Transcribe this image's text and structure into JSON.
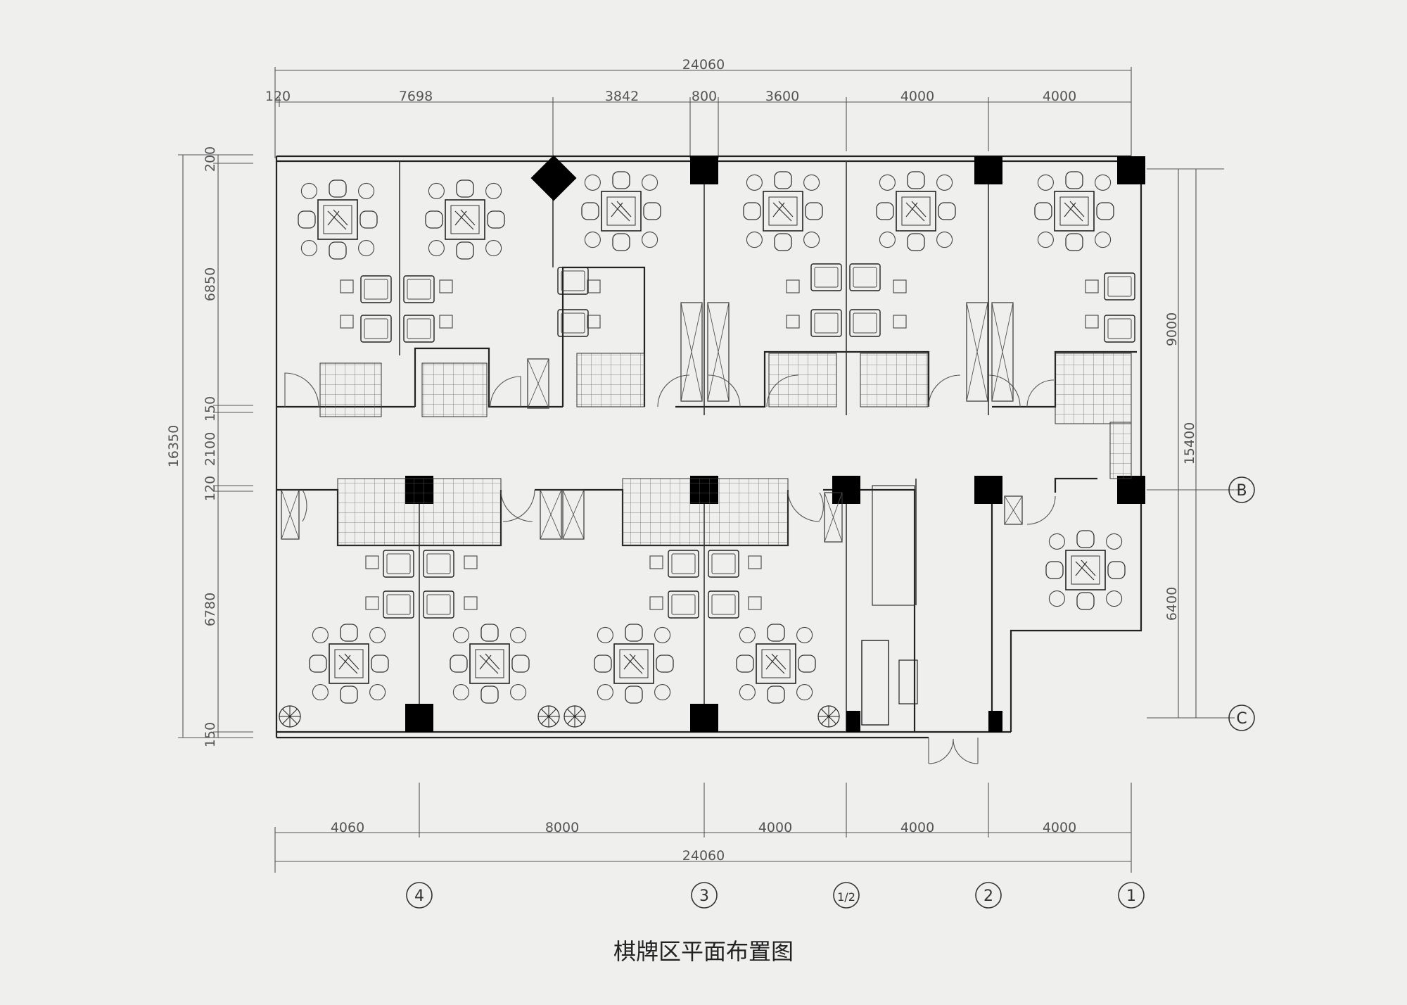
{
  "title": "棋牌区平面布置图",
  "dimensions": {
    "top_total": "24060",
    "top_segments": [
      "120",
      "7698",
      "3842",
      "800",
      "3600",
      "4000",
      "4000"
    ],
    "bottom_segments": [
      "4060",
      "8000",
      "4000",
      "4000",
      "4000"
    ],
    "bottom_total": "24060",
    "left_total": "16350",
    "left_segments": [
      "200",
      "6850",
      "150",
      "2100",
      "120",
      "6780",
      "150"
    ],
    "right_segments": [
      "9000",
      "6400"
    ],
    "right_total": "15400"
  },
  "axes": {
    "columns": [
      "4",
      "3",
      "1/2",
      "2",
      "1"
    ],
    "rows": [
      "B",
      "C"
    ]
  },
  "colors": {
    "line": "#333333",
    "column": "#000000",
    "background": "#efefee"
  }
}
